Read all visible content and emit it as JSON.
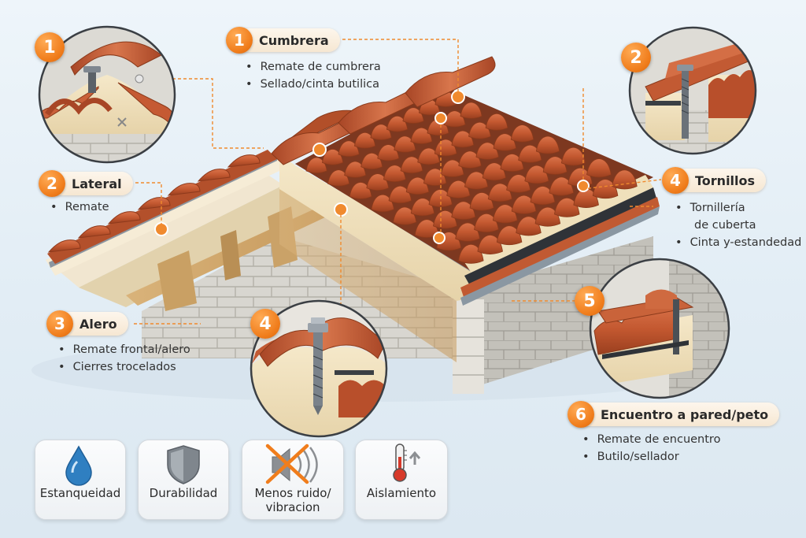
{
  "callouts": [
    {
      "num": "1",
      "title": "Cumbrera",
      "bullets": [
        "Remate de cumbrera",
        "Sellado/cinta butilica"
      ]
    },
    {
      "num": "2",
      "title": "Lateral",
      "bullets": [
        "Remate"
      ]
    },
    {
      "num": "3",
      "title": "Alero",
      "bullets": [
        "Remate frontal/alero",
        "Cierres trocelados"
      ]
    },
    {
      "num": "4",
      "title": "Tornillos",
      "bullets": [
        "Tornillería",
        "de cuberta",
        "Cinta y-estandedad"
      ]
    },
    {
      "num": "6",
      "title": "Encuentro a pared/peto",
      "bullets": [
        "Remate de encuentro",
        "Butilo/sellador"
      ]
    }
  ],
  "detail_badges": [
    "1",
    "2",
    "4",
    "5"
  ],
  "benefits": [
    {
      "label": "Estanqueidad",
      "icon": "water-drop-icon"
    },
    {
      "label": "Durabilidad",
      "icon": "shield-icon"
    },
    {
      "label_line1": "Menos ruido/",
      "label_line2": "vibracion",
      "icon": "muted-speaker-icon"
    },
    {
      "label": "Aislamiento",
      "icon": "thermometer-icon"
    }
  ],
  "colors": {
    "accent": "#f07d1c",
    "tile": "#c55a33",
    "leader": "#f08a2e"
  }
}
